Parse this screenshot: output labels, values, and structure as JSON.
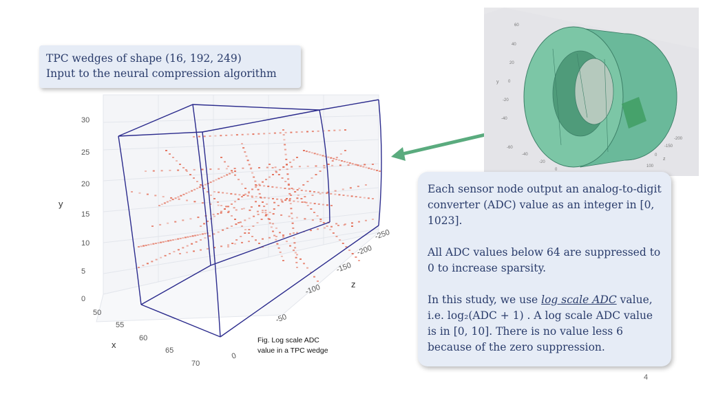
{
  "callout": {
    "line1": "TPC wedges of shape (16, 192, 249)",
    "line2": "Input to the neural compression algorithm"
  },
  "plot3d": {
    "y_axis_label": "y",
    "x_axis_label": "x",
    "z_axis_label": "z",
    "y_ticks": [
      "30",
      "25",
      "20",
      "15",
      "10",
      "5",
      "0"
    ],
    "x_ticks": [
      "50",
      "55",
      "60",
      "65",
      "70"
    ],
    "z_ticks": [
      "-250",
      "-200",
      "-150",
      "-100",
      "-50",
      "0"
    ],
    "wedge_color": "#2a2a8c",
    "track_color": "#e0553a"
  },
  "caption": {
    "line1": "Fig. Log scale ADC",
    "line2": "value in a TPC wedge"
  },
  "tube_plot": {
    "y_label": "y",
    "z_label": "z",
    "y_ticks": [
      "60",
      "40",
      "20",
      "0",
      "-20",
      "-40"
    ],
    "right_ticks": [
      "-200",
      "-150",
      "0",
      "100"
    ],
    "bottom_ticks": [
      "-60",
      "-40",
      "-20",
      "0"
    ],
    "surface_color": "#6ab99a",
    "highlight_color": "#3f9e63"
  },
  "info": {
    "p1": "Each sensor node output an analog-to-digit converter (ADC) value as an integer in [0, 1023].",
    "p2": "All ADC values below 64 are suppressed to 0 to increase sparsity.",
    "p3_pre": "In this study, we use ",
    "p3_em": "log scale ADC",
    "p3_post": " value, i.e. log₂(ADC + 1) . A log scale ADC value is in [0, 10]. There is no value less 6 because of the zero suppression."
  },
  "page_number": "4"
}
